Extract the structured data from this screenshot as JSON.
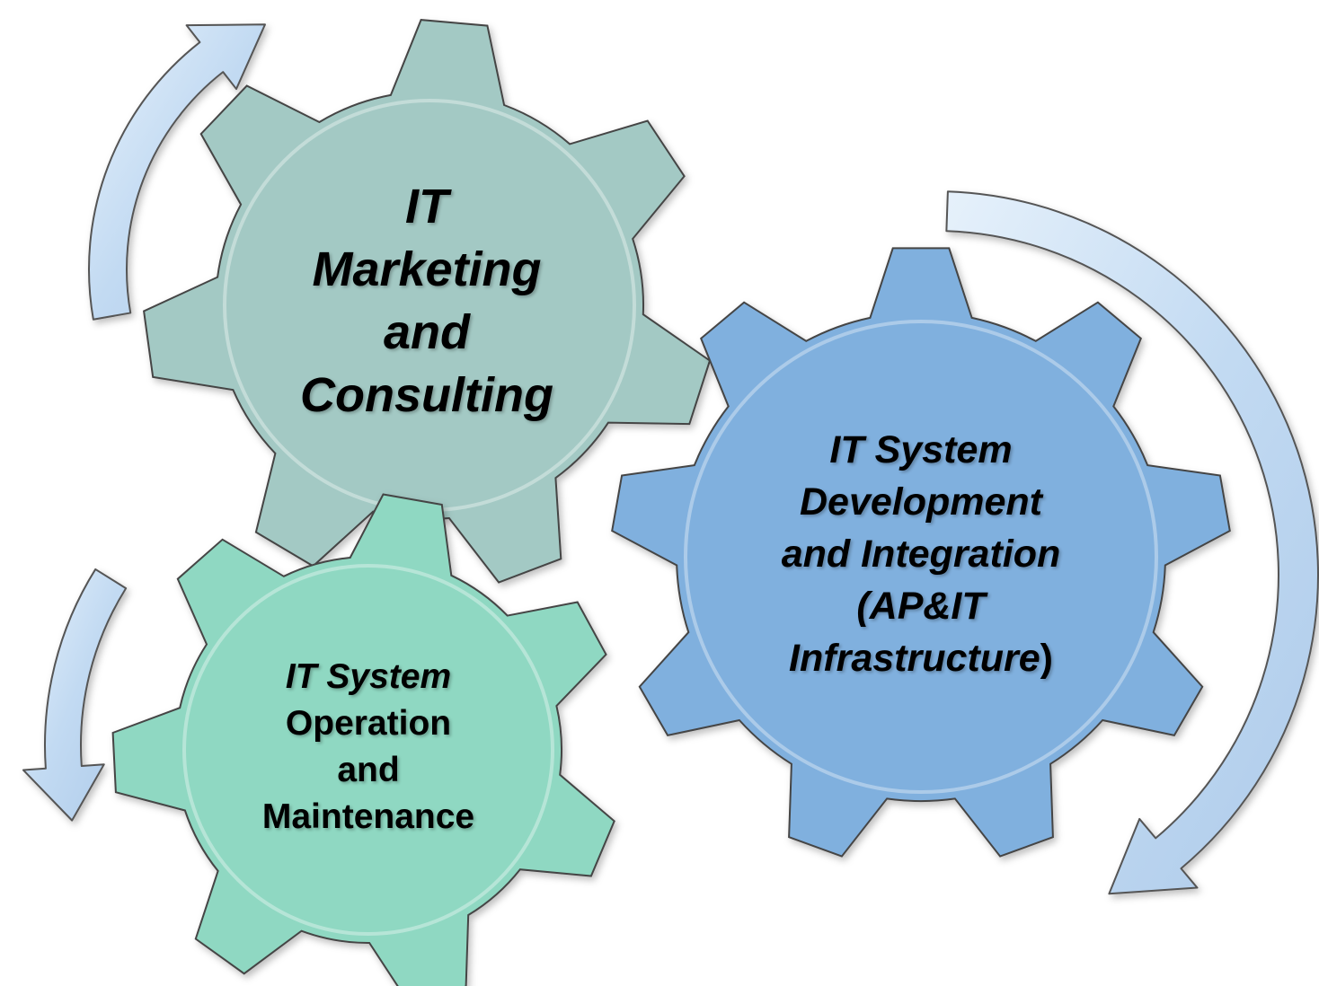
{
  "gears": {
    "marketing": {
      "lines": [
        "IT",
        "Marketing",
        "and",
        "Consulting"
      ],
      "italic": [
        true,
        true,
        true,
        true
      ],
      "color": "#a3c9c4"
    },
    "development": {
      "lines": [
        "IT System",
        "Development",
        "and Integration",
        "(AP&IT",
        "Infrastructure",
        ")"
      ],
      "color": "#80b0de"
    },
    "operation": {
      "lines": [
        "IT System",
        "Operation",
        "and",
        "Maintenance"
      ],
      "italic": [
        true,
        false,
        false,
        false
      ],
      "color": "#8fd8c2"
    }
  },
  "colors": {
    "arrow_fill": "#c5dcf2",
    "arrow_outline": "#555555",
    "gear_outline": "#444444"
  }
}
